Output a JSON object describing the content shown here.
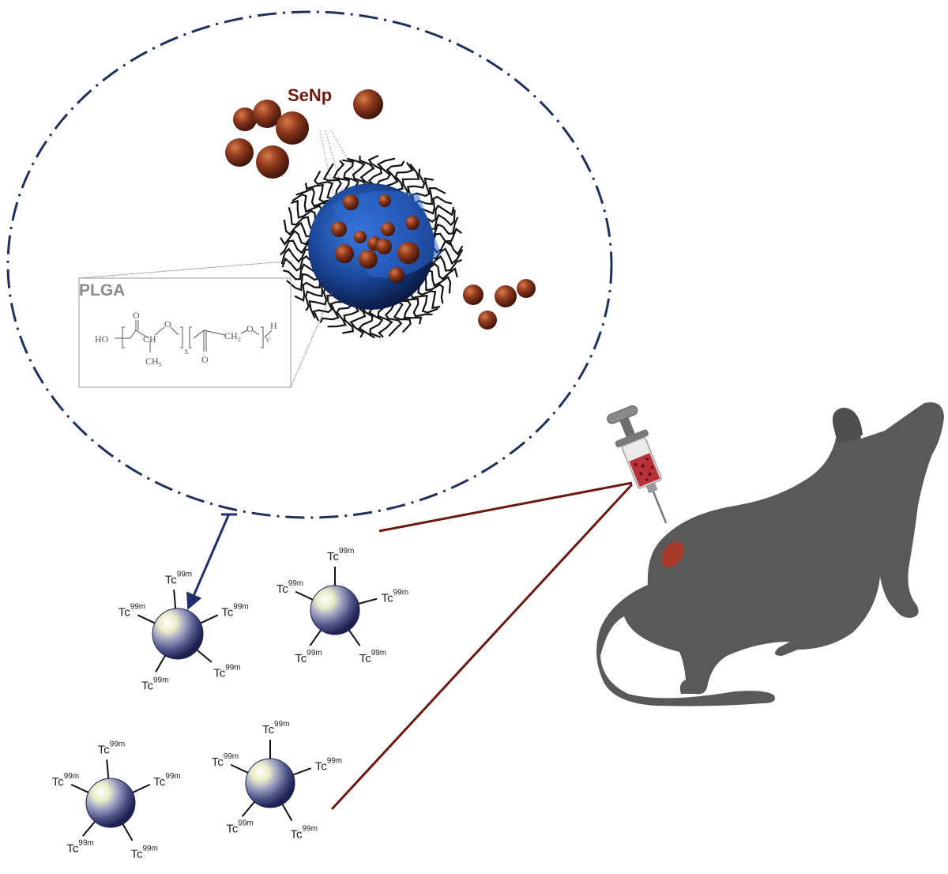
{
  "labels": {
    "nanoparticle": "SeNp",
    "polymer": "PLGA"
  },
  "chemistry": {
    "ho": "HO",
    "o_top": "O",
    "ch": "CH",
    "o_mid": "O",
    "ch3": "CH",
    "ch3_sub": "3",
    "x": "X",
    "o_bottom": "O",
    "ch2": "CH",
    "ch2_sub": "2",
    "o_right": "O",
    "y": "Y",
    "h": "H"
  },
  "radiolabel": {
    "element": "Tc",
    "isotope": "99m"
  },
  "colors": {
    "senp_label": "#6b1a12",
    "plga_label": "#8a8a8a",
    "ellipse_border": "#1f2f5e",
    "arrow": "#1f2f6b",
    "connector": "#6b1a12",
    "rat": "#595959",
    "rat_marker": "#a8382a",
    "se_particle": "#8a3a1c",
    "core": "#1c4a9e"
  }
}
